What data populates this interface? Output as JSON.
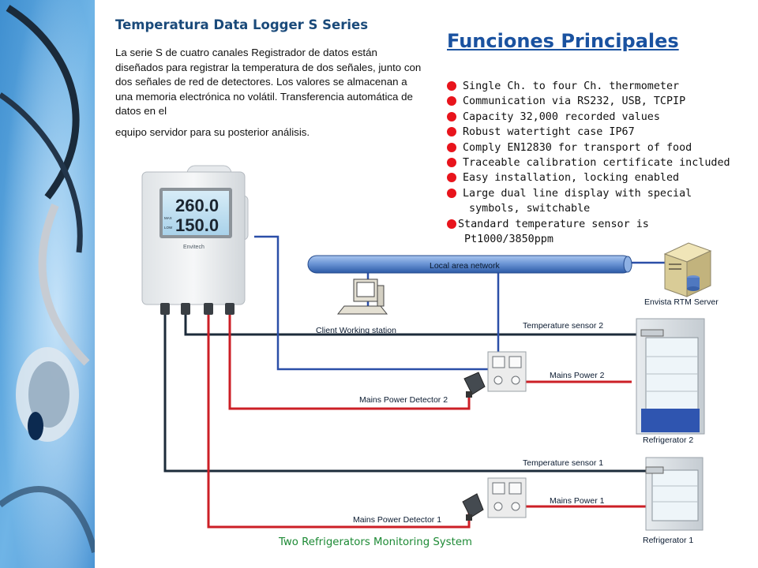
{
  "header": {
    "title": "Temperatura Data Logger S Series",
    "description_1": "La serie S de cuatro canales Registrador de datos están diseñados para registrar la temperatura de dos señales, junto con dos señales de red de detectores. Los valores se almacenan a una memoria electrónica no volátil. Transferencia automática de datos en el",
    "description_2": "equipo servidor para su posterior análisis."
  },
  "features": {
    "heading": "Funciones Principales",
    "items": [
      "Single Ch. to four Ch. thermometer",
      "Communication via RS232, USB, TCPIP",
      "Capacity 32,000 recorded values",
      "Robust watertight case IP67",
      "Comply EN12830 for transport of food",
      "Traceable calibration certificate included",
      "Easy installation, locking enabled",
      "Large dual line display with special\n symbols, switchable",
      "Standard temperature sensor is\n Pt1000/3850ppm"
    ]
  },
  "diagram": {
    "logger_reading_1": "260.0",
    "logger_reading_2": "150.0",
    "logger_label_max": "MAX",
    "logger_label_low": "LOW",
    "logger_brand": "Envitech",
    "lan_label": "Local area network",
    "server_label": "Envista RTM Server",
    "client_label": "Client Working station",
    "temp_sensor_2": "Temperature sensor 2",
    "mains_power_2": "Mains Power 2",
    "mains_detector_2": "Mains Power Detector 2",
    "refrigerator_2": "Refrigerator 2",
    "temp_sensor_1": "Temperature sensor 1",
    "mains_power_1": "Mains Power 1",
    "mains_detector_1": "Mains Power Detector 1",
    "refrigerator_1": "Refrigerator 1",
    "caption": "Two Refrigerators Monitoring System"
  },
  "colors": {
    "title": "#1a4a7a",
    "heading": "#1a52a0",
    "bullet": "#e8141c",
    "caption": "#1d8a35",
    "data_cable": "#1c2b3a",
    "power_cable": "#cc1f26",
    "network_cable": "#2b4fa8"
  }
}
